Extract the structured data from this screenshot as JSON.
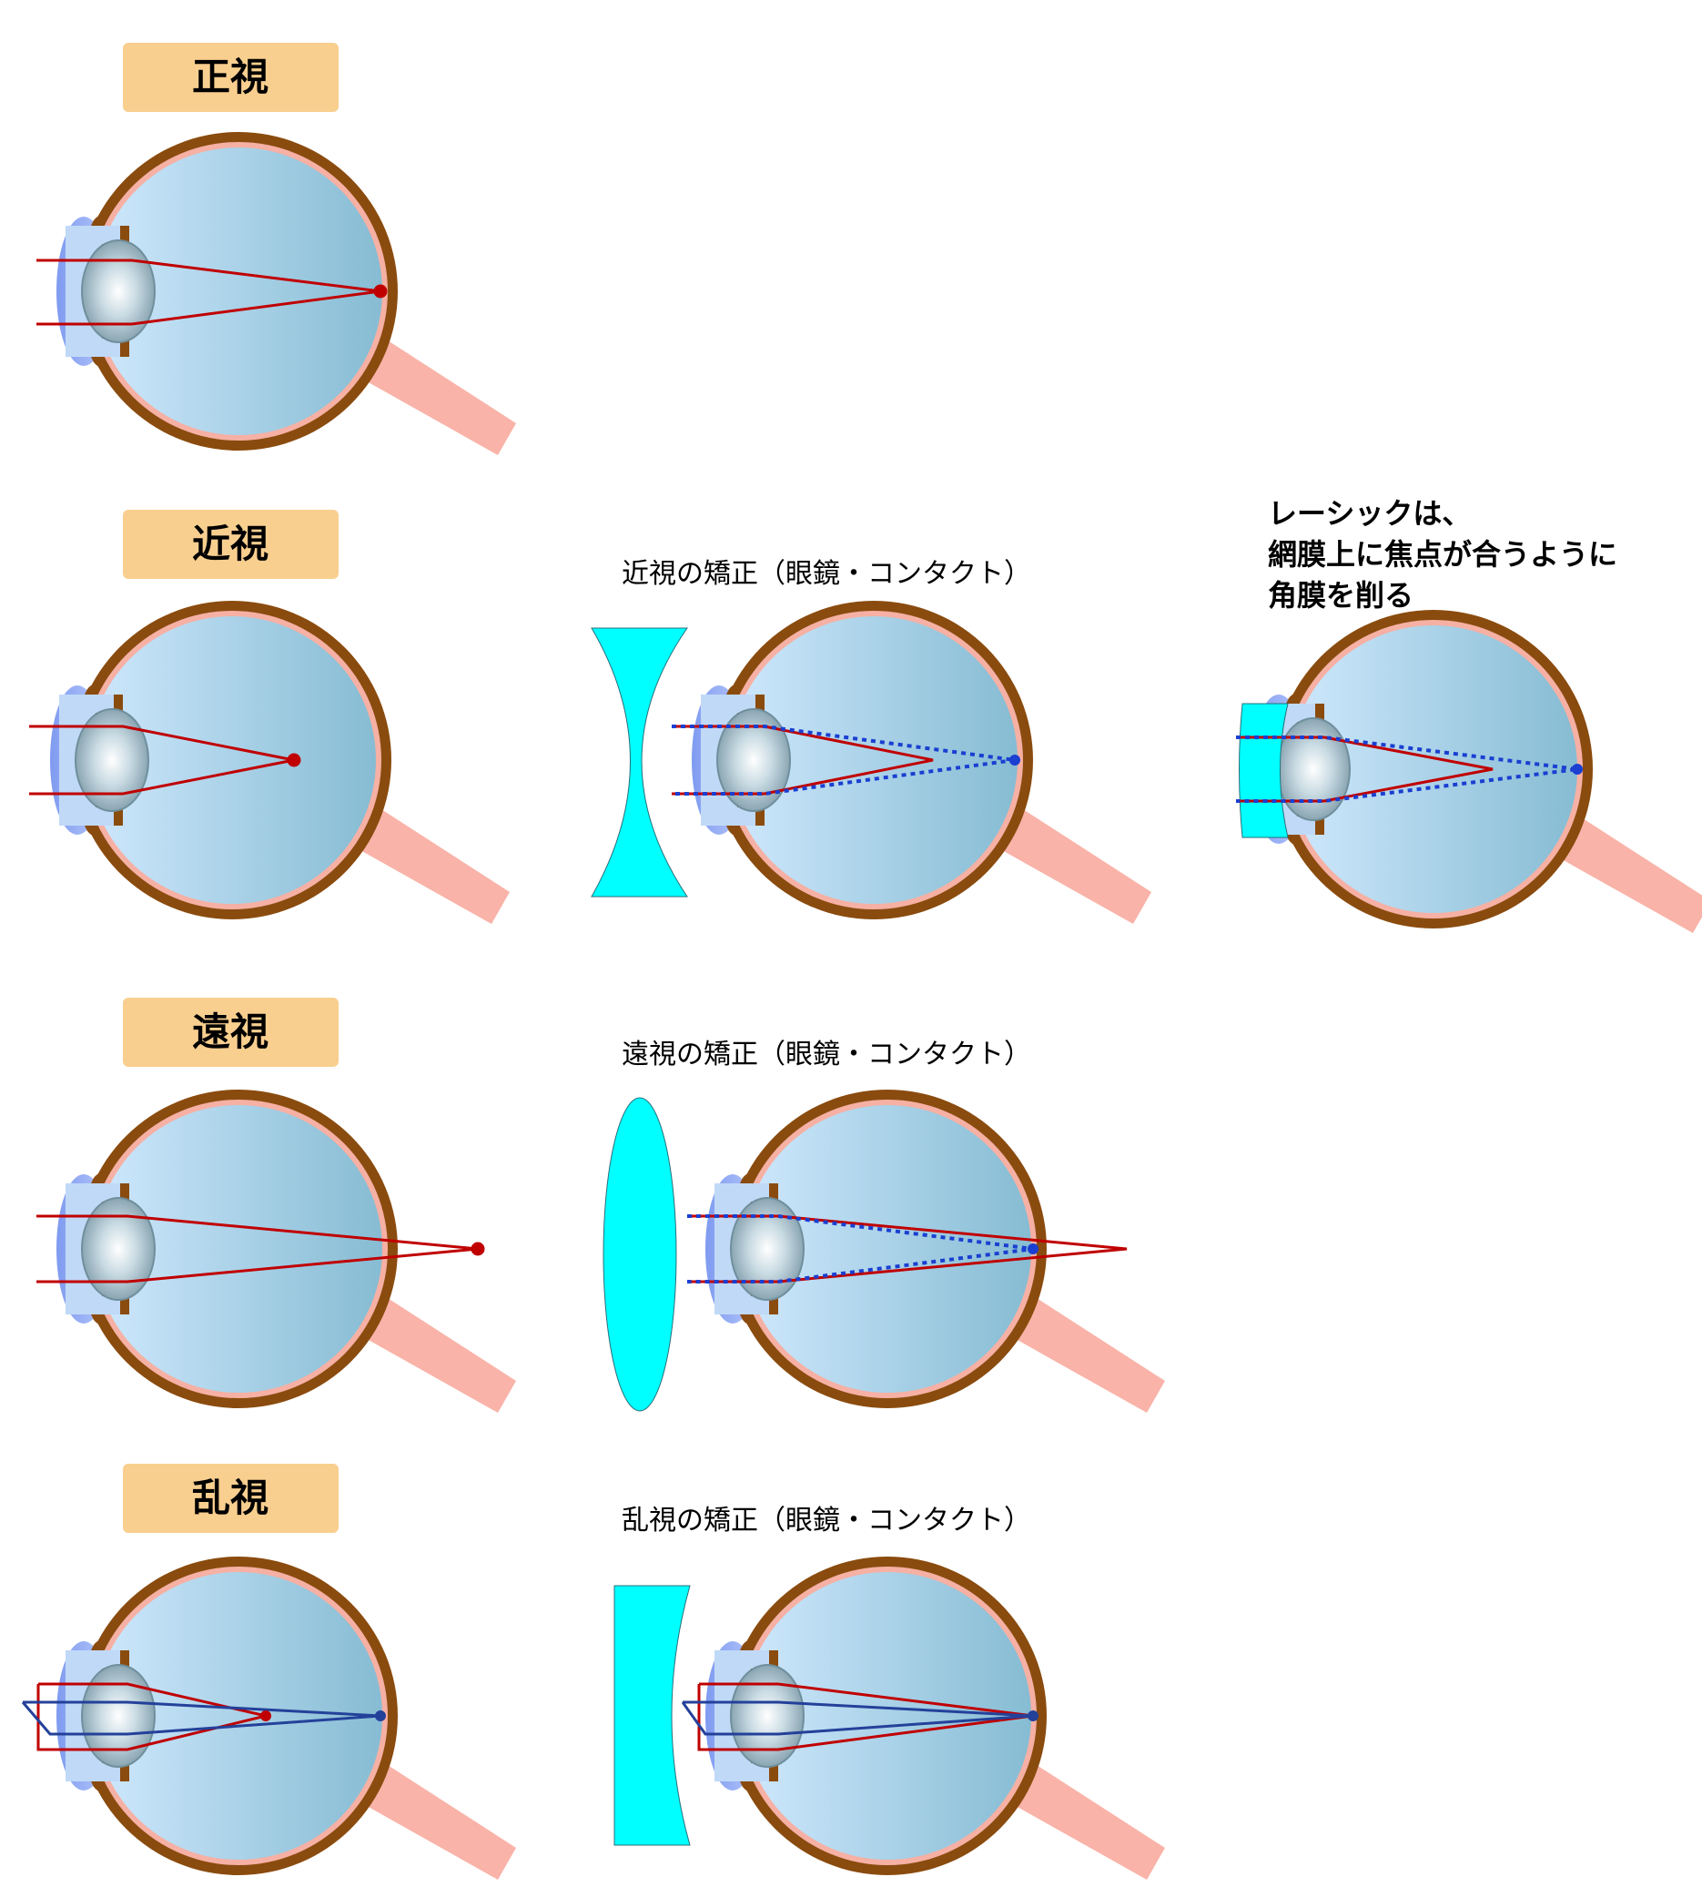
{
  "rows": {
    "normal": {
      "label": "正視"
    },
    "myopia": {
      "label": "近視",
      "correction_caption": "近視の矯正（眼鏡・コンタクト）"
    },
    "hyperopia": {
      "label": "遠視",
      "correction_caption": "遠視の矯正（眼鏡・コンタクト）"
    },
    "astigmatism": {
      "label": "乱視",
      "correction_caption": "乱視の矯正（眼鏡・コンタクト）"
    }
  },
  "lasik_note": {
    "lines": [
      "レーシックは、",
      "網膜上に焦点が合うように",
      "角膜を削る"
    ]
  },
  "colors": {
    "label_box": "#f9cf8f",
    "sclera": "#8a4b0e",
    "retina": "#f6b0a4",
    "optic_nerve": "#f9b3a8",
    "vitreous_light": "#c8e4fb",
    "vitreous_dark": "#8dc0d6",
    "cornea": "#8fa6f1",
    "corrective_lens": "#00ffff",
    "ray_red": "#c00000",
    "ray_blue": "#1a3fd1",
    "ray_navy": "#24419a"
  }
}
